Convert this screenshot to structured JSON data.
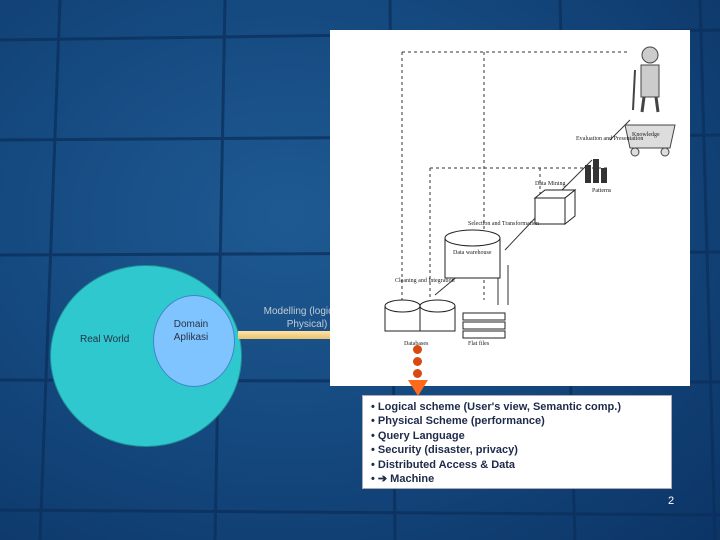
{
  "left_diagram": {
    "real_world": "Real World",
    "domain_aplikasi": "Domain Aplikasi",
    "modelling": "Modelling (logical & Physical)"
  },
  "kdd_figure": {
    "stages": {
      "evaluation": "Evaluation and Presentation",
      "knowledge": "Knowledge",
      "patterns": "Patterns",
      "data_mining": "Data Mining",
      "selection": "Selection and Transformation",
      "data_warehouse": "Data warehouse",
      "cleaning": "Cleaning and Integration",
      "databases": "Databases",
      "flat_files": "Flat files"
    }
  },
  "bullets": [
    "• Logical scheme (User's view, Semantic comp.)",
    "• Physical Scheme (performance)",
    "• Query Language",
    "• Security (disaster, privacy)",
    "• Distributed Access & Data",
    "• ➔ Machine"
  ],
  "page_number": "2",
  "colors": {
    "background": "#154a80",
    "real_world_fill": "#30c8cf",
    "domain_fill": "#7fc4ff",
    "arrow": "#f0cd7c",
    "dots": "#d94a12",
    "down_arrow": "#ff6a1a"
  }
}
